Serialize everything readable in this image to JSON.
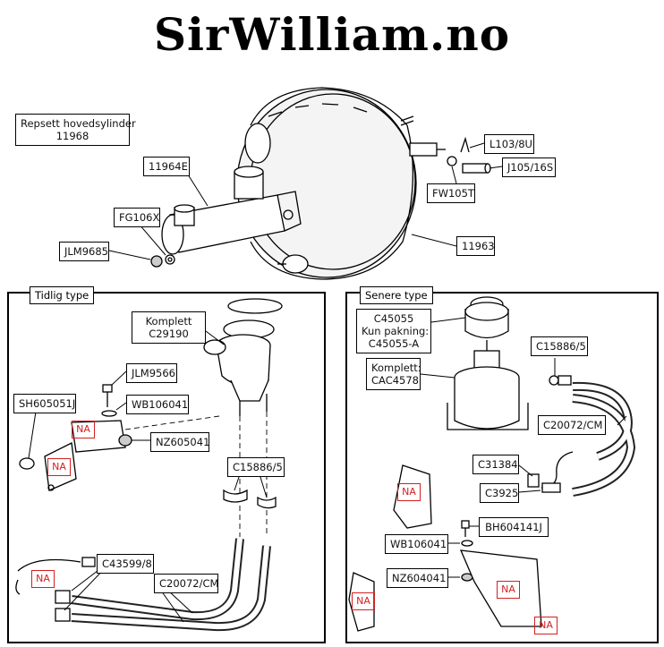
{
  "site_title": "SirWilliam.no",
  "repset": {
    "line1": "Repsett hovedsylinder",
    "line2": "11968"
  },
  "top_parts": {
    "p11964E": "11964E",
    "fg106x": "FG106X",
    "jlm9685": "JLM9685",
    "l103": "L103/8U",
    "j105": "J105/16S",
    "fw105t": "FW105T",
    "p11963": "11963"
  },
  "left_panel": {
    "label": "Tidlig type",
    "komplett": {
      "line1": "Komplett",
      "line2": "C29190"
    },
    "jlm9566": "JLM9566",
    "wb106041": "WB106041",
    "sh605051j": "SH605051J",
    "nz605041": "NZ605041",
    "c15886": "C15886/5",
    "c43599": "C43599/8",
    "c20072": "C20072/CM",
    "na": "NA"
  },
  "right_panel": {
    "label": "Senere type",
    "c45055": {
      "line1": "C45055",
      "line2": "Kun pakning:",
      "line3": "C45055-A"
    },
    "komplett": {
      "line1": "Komplett:",
      "line2": "CAC4578"
    },
    "c15886": "C15886/5",
    "c20072": "C20072/CM",
    "c31384": "C31384",
    "c3925": "C3925",
    "bh604141j": "BH604141J",
    "wb106041": "WB106041",
    "nz604041": "NZ604041",
    "na": "NA"
  }
}
